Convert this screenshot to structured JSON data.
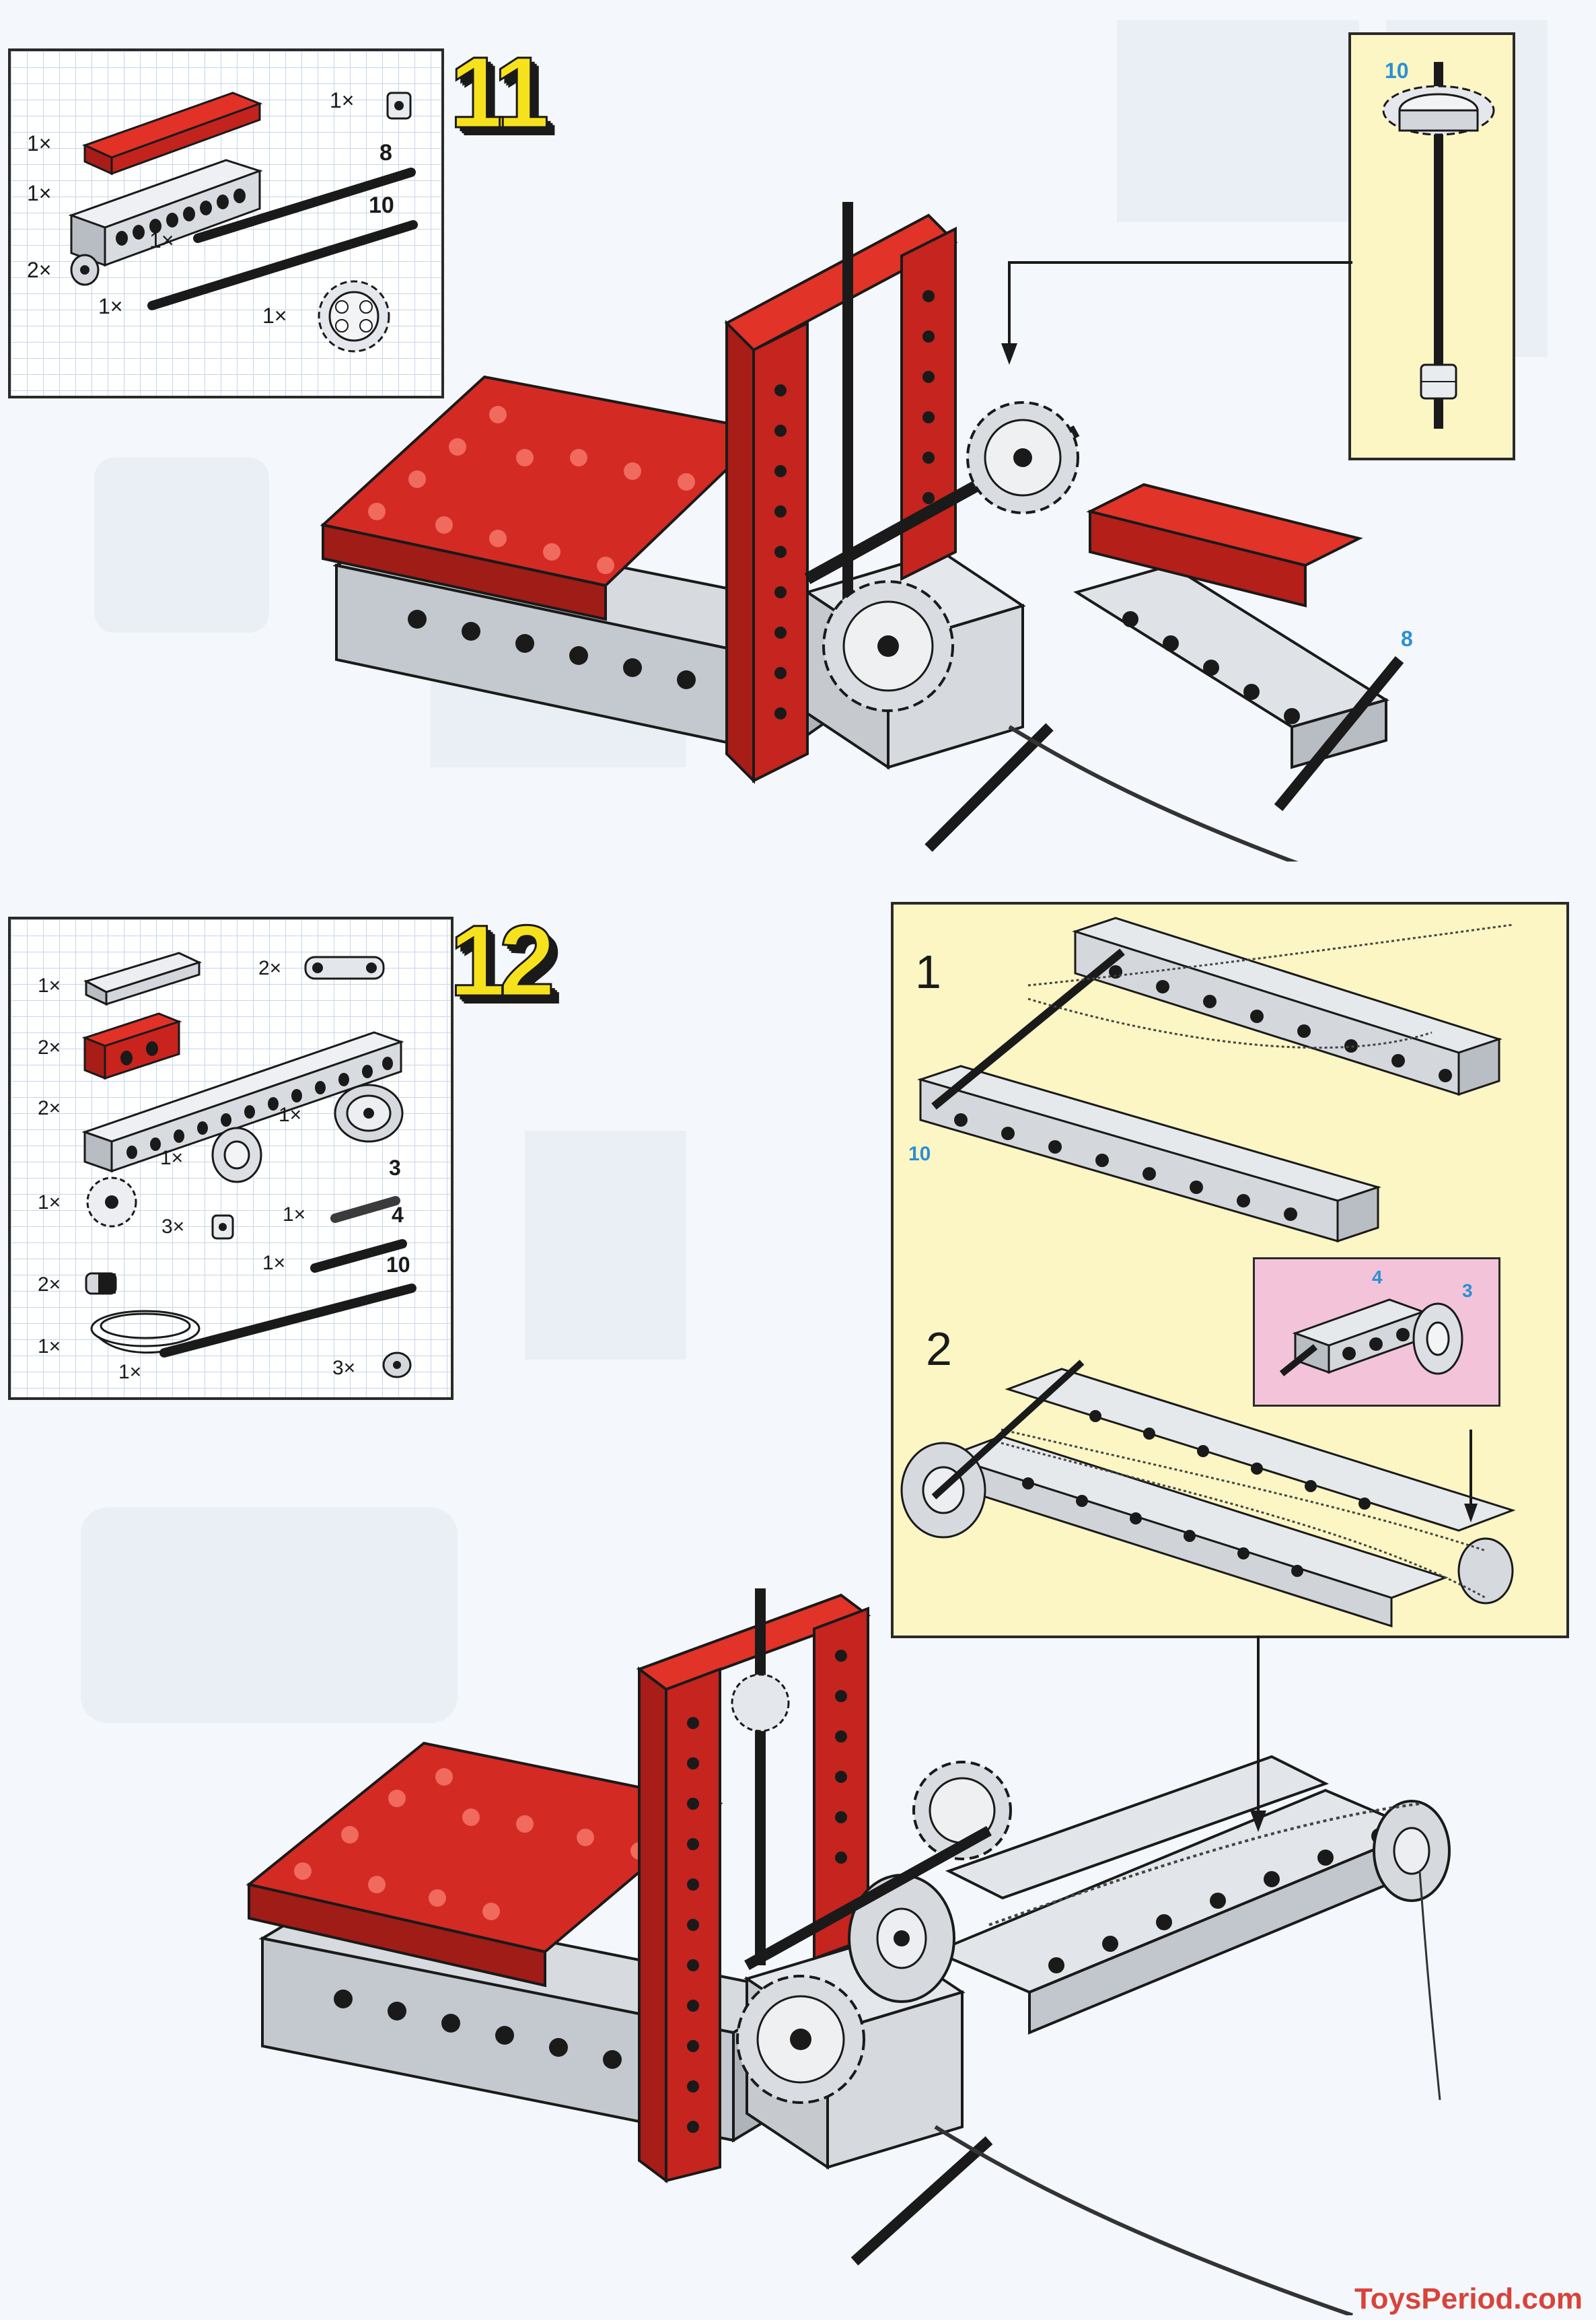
{
  "steps": [
    {
      "number": "11",
      "parts": [
        {
          "qty": "1×",
          "icon": "red-plate-8"
        },
        {
          "qty": "1×",
          "icon": "grey-beam-8"
        },
        {
          "qty": "1×",
          "icon": "bush"
        },
        {
          "qty": "1×",
          "length": "8",
          "icon": "axle-8"
        },
        {
          "qty": "1×",
          "length": "10",
          "icon": "axle-10"
        },
        {
          "qty": "2×",
          "icon": "half-bush"
        },
        {
          "qty": "1×",
          "icon": "gear-24"
        }
      ],
      "callout_axle_length": "10",
      "loose_axle_length": "8"
    },
    {
      "number": "12",
      "parts": [
        {
          "qty": "1×",
          "icon": "grey-plate-4"
        },
        {
          "qty": "2×",
          "icon": "crank-liftarm"
        },
        {
          "qty": "2×",
          "icon": "red-beam-2"
        },
        {
          "qty": "2×",
          "icon": "grey-beam-12"
        },
        {
          "qty": "1×",
          "icon": "wheel-large"
        },
        {
          "qty": "1×",
          "icon": "pulley-wheel"
        },
        {
          "qty": "1×",
          "icon": "gear-8"
        },
        {
          "qty": "1×",
          "length": "3",
          "icon": "axle-3"
        },
        {
          "qty": "3×",
          "icon": "bush"
        },
        {
          "qty": "1×",
          "length": "4",
          "icon": "axle-4"
        },
        {
          "qty": "2×",
          "icon": "connector-peg"
        },
        {
          "qty": "1×",
          "length": "10",
          "icon": "axle-10"
        },
        {
          "qty": "1×",
          "icon": "chain-string"
        },
        {
          "qty": "1×",
          "icon": "axle-long"
        },
        {
          "qty": "3×",
          "icon": "half-bush"
        }
      ],
      "substeps": [
        {
          "label": "1",
          "axle_length": "10"
        },
        {
          "label": "2"
        }
      ],
      "inset_lengths": [
        "4",
        "3"
      ]
    }
  ],
  "colors": {
    "red": "#d42a24",
    "grey": "#d7dbe0",
    "yellow": "#fbf6c4",
    "pink": "#f3c4d9",
    "label_blue": "#2b8fd6"
  },
  "watermark": "ToysPeriod.com"
}
